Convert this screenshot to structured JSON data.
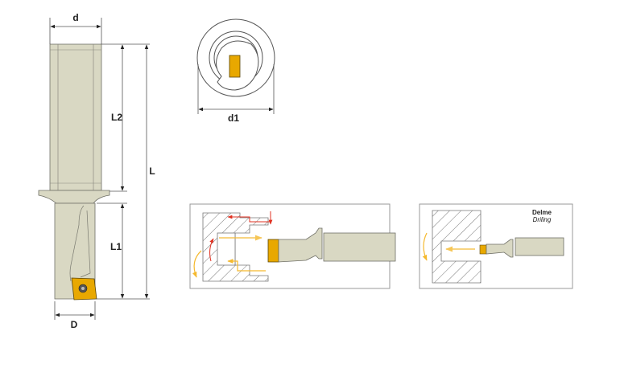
{
  "dimensions": {
    "shank_diameter": "d",
    "shank_length": "L2",
    "total_length": "L",
    "drilling_length": "L1",
    "drill_diameter": "D",
    "max_diameter": "d1"
  },
  "application_panel": {
    "title": "Delme",
    "subtitle": "Driling"
  },
  "colors": {
    "tool_body": "#d9d8c3",
    "insert": "#e8a800",
    "coolant_arrow": "#f5b92e",
    "chip_arrow": "#e03020",
    "frame": "#999999"
  }
}
